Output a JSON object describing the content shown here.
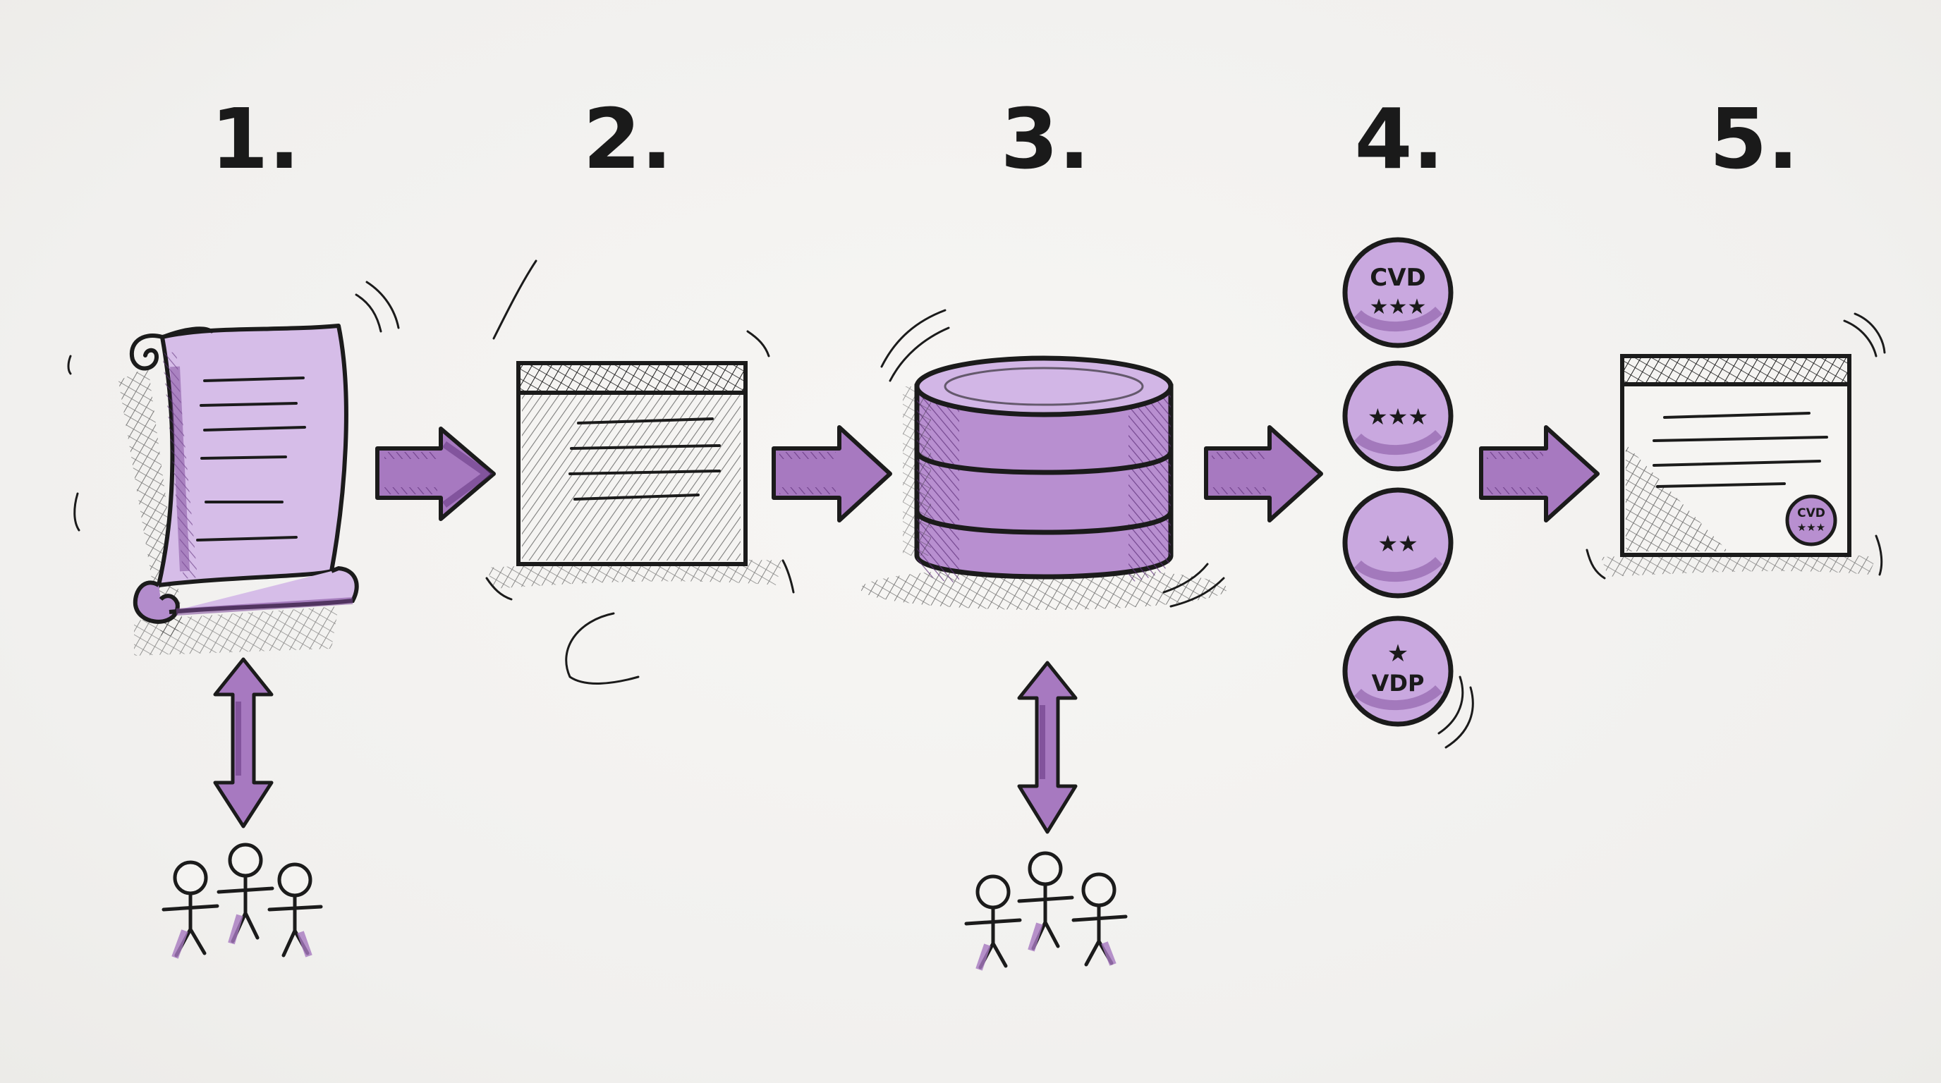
{
  "steps": [
    {
      "number": "1.",
      "icon": "scroll-document-icon"
    },
    {
      "number": "2.",
      "icon": "window-panel-icon"
    },
    {
      "number": "3.",
      "icon": "database-cylinder-icon"
    },
    {
      "number": "4.",
      "icon": "rating-badges-icon"
    },
    {
      "number": "5.",
      "icon": "window-with-seal-icon"
    }
  ],
  "badges": [
    {
      "top": "CVD",
      "bottom": "★★★"
    },
    {
      "top": "",
      "bottom": "★★★"
    },
    {
      "top": "",
      "bottom": "★★"
    },
    {
      "top": "★",
      "bottom": "VDP"
    }
  ],
  "seal": {
    "top": "CVD",
    "bottom": "★★★"
  },
  "people_groups": [
    {
      "attached_to_step": "1.",
      "count": 3
    },
    {
      "attached_to_step": "3.",
      "count": 3
    }
  ],
  "colors": {
    "accent_purple": "#c9a8df",
    "dark_purple": "#7e4a9a",
    "ink": "#1b1b1b",
    "paper": "#f4f3f1"
  }
}
